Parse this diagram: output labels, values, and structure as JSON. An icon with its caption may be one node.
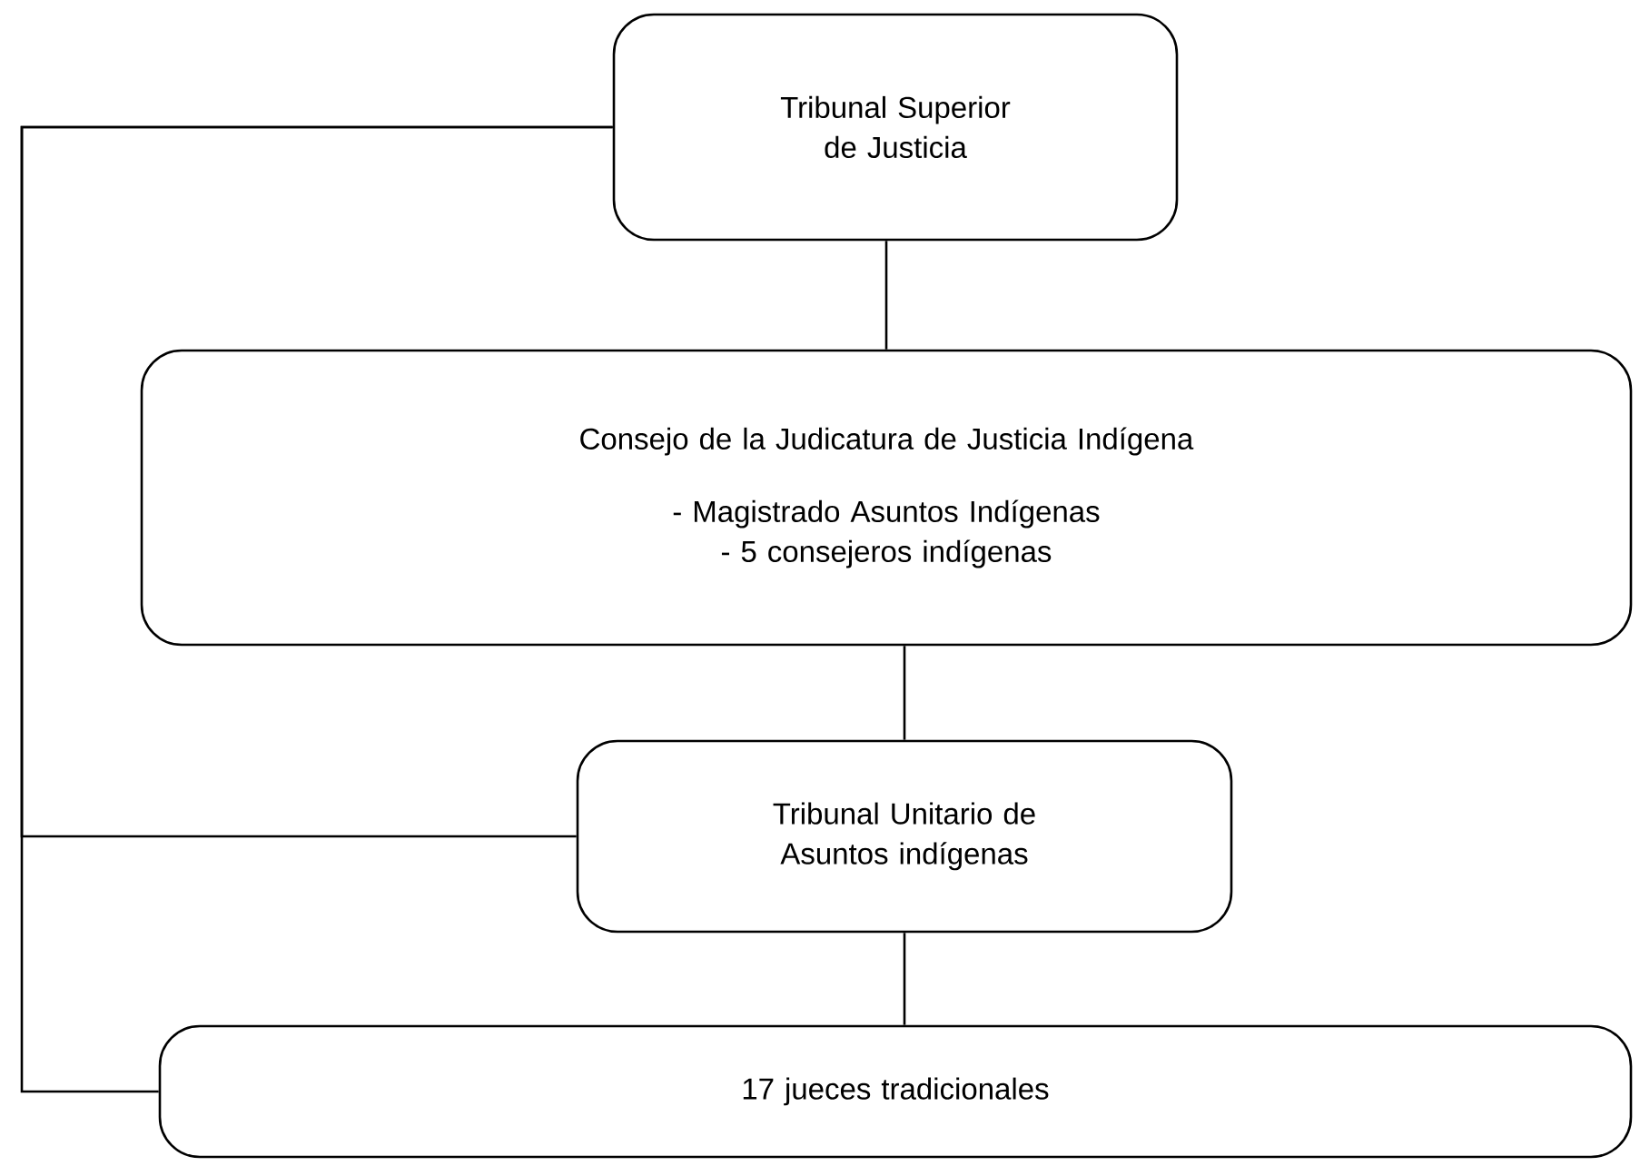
{
  "diagram": {
    "nodes": [
      {
        "text": [
          "Tribunal Superior de Justicia"
        ]
      },
      {
        "text": [
          "Consejo de la Judicatura de Justicia Indígena",
          "- Magistrado Asuntos Indígenas",
          "- 5 consejeros indígenas"
        ]
      },
      {
        "text": [
          "Tribunal Unitario de Asuntos indígenas"
        ]
      },
      {
        "text": [
          "17 jueces tradicionales"
        ]
      }
    ],
    "edges": [
      {
        "from": 0,
        "to": 1,
        "arrow": "none"
      },
      {
        "from": 1,
        "to": 2,
        "arrow": "none"
      },
      {
        "from": 2,
        "to": 3,
        "arrow": "none"
      },
      {
        "from": 0,
        "to": 2,
        "arrow": "none"
      },
      {
        "from": 0,
        "to": 3,
        "arrow": "none"
      }
    ]
  }
}
